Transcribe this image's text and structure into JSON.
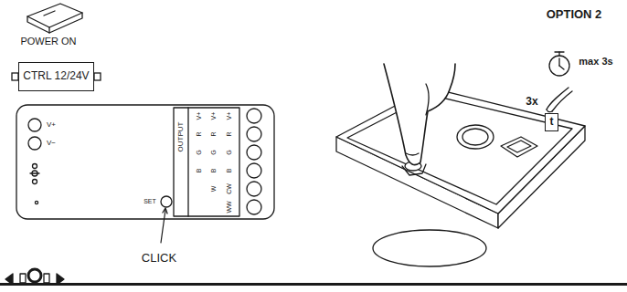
{
  "diagram": {
    "nodes": [
      {
        "text": [
          "CTRL 12/24V"
        ]
      },
      {
        "text": [
          "t"
        ]
      }
    ],
    "labels": [
      "POWER ON",
      "V+",
      "V−",
      "OUTPUT",
      "V+",
      "R",
      "G",
      "B",
      "V+",
      "R",
      "G",
      "B",
      "W",
      "V+",
      "R",
      "G",
      "B",
      "CW",
      "WW",
      "SET",
      "CLICK",
      "OPTION 2",
      "max 3s",
      "3x"
    ]
  }
}
